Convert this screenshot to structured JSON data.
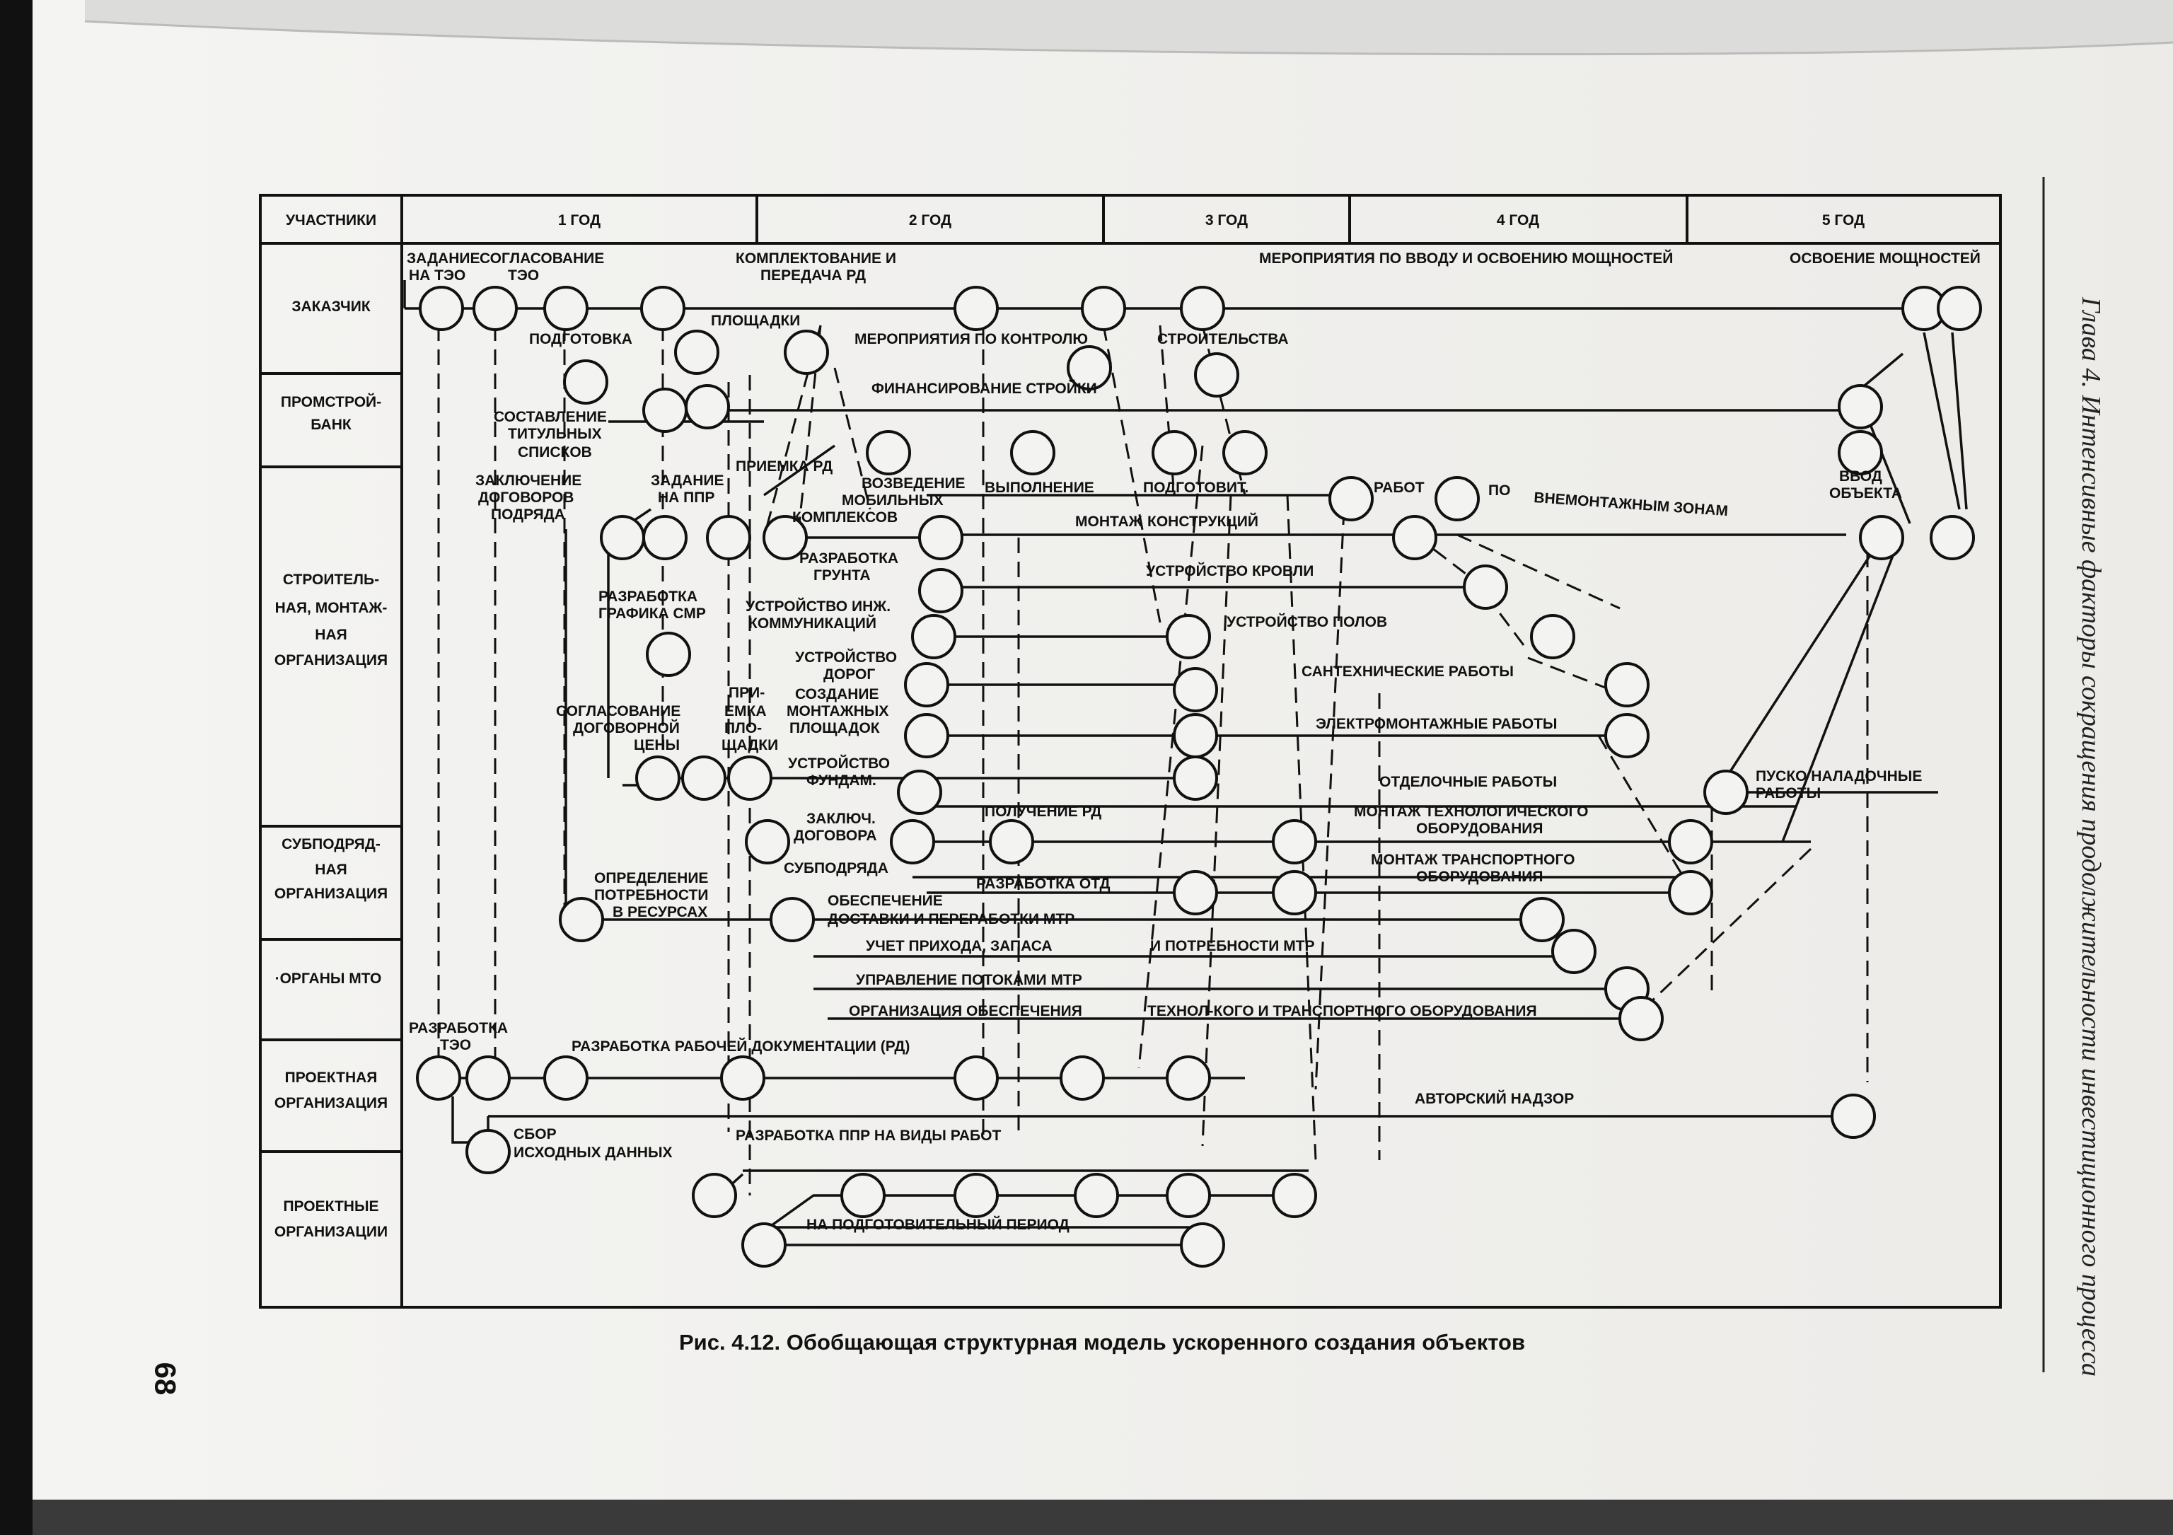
{
  "page": {
    "page_number": "68",
    "running_head": "Глава 4. Интенсивные факторы сокращения продолжительности инвестиционного процесса",
    "caption": "Рис. 4.12. Обобщающая структурная модель ускоренного создания объектов"
  },
  "table": {
    "header_participants": "УЧАСТНИКИ",
    "years": [
      "1 ГОД",
      "2 ГОД",
      "3 ГОД",
      "4 ГОД",
      "5 ГОД"
    ],
    "rows": [
      {
        "label_lines": [
          "ЗАКАЗЧИК"
        ]
      },
      {
        "label_lines": [
          "ПРОМСТРОЙ-",
          "БАНК"
        ]
      },
      {
        "label_lines": [
          "СТРОИТЕЛЬ-",
          "НАЯ, МОНТАЖ-",
          "НАЯ",
          "ОРГАНИЗАЦИЯ"
        ]
      },
      {
        "label_lines": [
          "СУБПОДРЯД-",
          "НАЯ",
          "ОРГАНИЗАЦИЯ"
        ]
      },
      {
        "label_lines": [
          "·ОРГАНЫ МТО"
        ]
      },
      {
        "label_lines": [
          "ПРОЕКТНАЯ",
          "ОРГАНИЗАЦИЯ"
        ]
      },
      {
        "label_lines": [
          "ПРОЕКТНЫЕ",
          "ОРГАНИЗАЦИИ"
        ]
      }
    ]
  },
  "labels": {
    "zadanie_teo": [
      "ЗАДАНИЕ",
      "НА ТЭО"
    ],
    "soglasovanie_teo": [
      "СОГЛАСОВАНИЕ",
      "ТЭО"
    ],
    "komplektovanie": [
      "КОМПЛЕКТОВАНИЕ И",
      "ПЕРЕДАЧА РД"
    ],
    "meropriyatiya_vvod": "МЕРОПРИЯТИЯ ПО ВВОДУ И ОСВОЕНИЮ МОЩНОСТЕЙ",
    "osvoenie": "ОСВОЕНИЕ МОЩНОСТЕЙ",
    "ploshchadki": "ПЛОЩАДКИ",
    "podgotovka": "ПОДГОТОВКА",
    "meropriyatiya_kontrol": "МЕРОПРИЯТИЯ ПО КОНТРОЛЮ",
    "stroitelstva": "СТРОИТЕЛЬСТВА",
    "finansirovanie": "ФИНАНСИРОВАНИЕ СТРОЙКИ",
    "sostavlenie": [
      "СОСТАВЛЕНИЕ",
      "ТИТУЛЬНЫХ",
      "СПИСКОВ"
    ],
    "zaklyuchenie_dog": [
      "ЗАКЛЮЧЕНИЕ",
      "ДОГОВОРОВ",
      "ПОДРЯДА"
    ],
    "zadanie_ppr": [
      "ЗАДАНИЕ",
      "НА ППР"
    ],
    "priemka_rd": "ПРИЕМКА РД",
    "vozvedenie": [
      "ВОЗВЕДЕНИЕ",
      "МОБИЛЬНЫХ",
      "КОМПЛЕКСОВ"
    ],
    "vypolnenie": "ВЫПОЛНЕНИЕ",
    "montazh": "МОНТАЖ",
    "podgotovit": "ПОДГОТОВИТ.",
    "konstrukciy": "КОНСТРУКЦИЙ",
    "rabot": "РАБОТ",
    "po": "ПО",
    "vnemontazhnym": "ВНЕМОНТАЖНЫМ ЗОНАМ",
    "vvod_obekta": [
      "ВВОД",
      "ОБЪЕКТА"
    ],
    "razrabotka_grafika": [
      "РАЗРАБОТКА",
      "ГРАФИКА СМР"
    ],
    "razrabotka_grunta": [
      "РАЗРАБОТКА",
      "ГРУНТА"
    ],
    "ustroystvo_krovli": "УСТРОЙСТВО КРОВЛИ",
    "ustroystvo_inzh": [
      "УСТРОЙСТВО ИНЖ.",
      "КОММУНИКАЦИЙ"
    ],
    "ustroystvo_polov": "УСТРОЙСТВО ПОЛОВ",
    "ustroystvo_dorog": [
      "УСТРОЙСТВО",
      "ДОРОГ"
    ],
    "santehnicheskie": "САНТЕХНИЧЕСКИЕ РАБОТЫ",
    "soglasovanie_dog": [
      "СОГЛАСОВАНИЕ",
      "ДОГОВОРНОЙ",
      "ЦЕНЫ"
    ],
    "priemka_ploshchadki": [
      "ПРИ-",
      "ЕМКА",
      "ПЛО-",
      "ЩАДКИ"
    ],
    "sozdanie": [
      "СОЗДАНИЕ",
      "МОНТАЖНЫХ",
      "ПЛОЩАДОК"
    ],
    "elektromontazh": "ЭЛЕКТРОМОНТАЖНЫЕ РАБОТЫ",
    "ustroystvo_fundam": [
      "УСТРОЙСТВО",
      "ФУНДАМ."
    ],
    "otdelochnye": "ОТДЕЛОЧНЫЕ РАБОТЫ",
    "pusko": [
      "ПУСКО НАЛАДОЧНЫЕ",
      "РАБОТЫ"
    ],
    "zaklyuch_dogovora": [
      "ЗАКЛЮЧ.",
      "ДОГОВОРА"
    ],
    "poluchenie_rd": "ПОЛУЧЕНИЕ РД",
    "montazh_tehnol": [
      "МОНТАЖ ТЕХНОЛОГИЧЕСКОГО",
      "ОБОРУДОВАНИЯ"
    ],
    "montazh_transp": [
      "МОНТАЖ ТРАНСПОРТНОГО",
      "ОБОРУДОВАНИЯ"
    ],
    "opredelenie": [
      "ОПРЕДЕЛЕНИЕ",
      "ПОТРЕБНОСТИ",
      "В РЕСУРСАХ"
    ],
    "subpodryada": "СУБПОДРЯДА",
    "razrabotka_otd": "РАЗРАБОТКА ОТД",
    "obespechenie": [
      "ОБЕСПЕЧЕНИЕ",
      "ДОСТАВКИ И ПЕРЕРАБОТКИ МТР"
    ],
    "uchet": "УЧЕТ ПРИХОДА, ЗАПАСА",
    "i_potrebnosti": "И ПОТРЕБНОСТИ МТР",
    "upravlenie": "УПРАВЛЕНИЕ ПОТОКАМИ МТР",
    "organizaciya": "ОРГАНИЗАЦИЯ ОБЕСПЕЧЕНИЯ",
    "tehnol": "ТЕХНОЛ-КОГО И ТРАНСПОРТНОГО ОБОРУДОВАНИЯ",
    "razrabotka_teo": [
      "РАЗРАБОТКА",
      "ТЭО"
    ],
    "razrabotka_rd": "РАЗРАБОТКА РАБОЧЕЙ ДОКУМЕНТАЦИИ (РД)",
    "avtorskiy": "АВТОРСКИЙ НАДЗОР",
    "sbor": [
      "СБОР",
      "ИСХОДНЫХ ДАННЫХ"
    ],
    "razrabotka_ppr": "РАЗРАБОТКА ППР НА ВИДЫ РАБОТ",
    "na_podgotovitelnyy": "НА ПОДГОТОВИТЕЛЬНЫЙ ПЕРИОД"
  }
}
